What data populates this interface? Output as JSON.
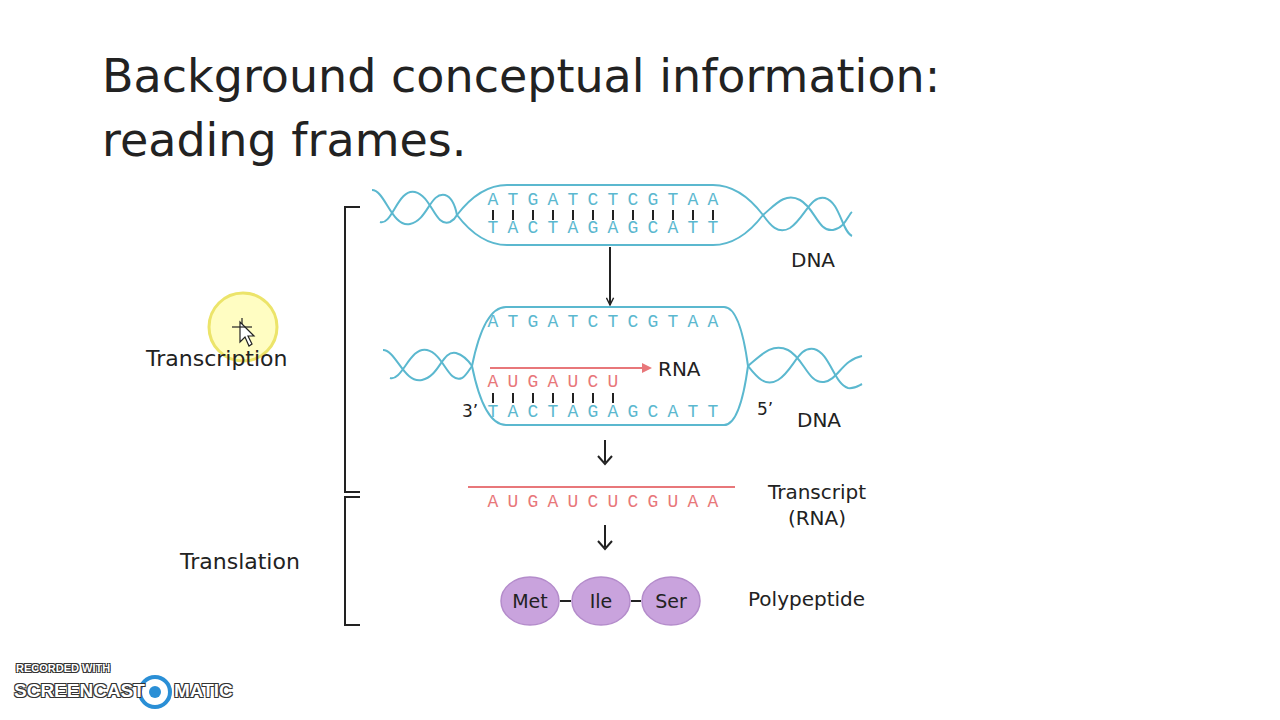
{
  "diagram": {
    "title": "Background conceptual information: reading frames.",
    "nodes": [
      {
        "text": [
          "ATGATCTCGTAA",
          "TACTAGAGCATT"
        ]
      },
      {
        "text": [
          "ATGATCTCGTAA",
          "AUGAUCU",
          "TACTAGAGCATT"
        ]
      },
      {
        "text": [
          "Met"
        ]
      },
      {
        "text": [
          "Ile"
        ]
      },
      {
        "text": [
          "Ser"
        ]
      }
    ],
    "edges": [
      {
        "from": 0,
        "to": 1,
        "arrow": "to"
      },
      {
        "from": 2,
        "to": 3,
        "arrow": "none"
      },
      {
        "from": 3,
        "to": 4,
        "arrow": "none"
      }
    ],
    "labels": [
      "DNA",
      "Transcription",
      "RNA",
      "3’",
      "5’",
      "DNA",
      "AUGAUCUCGUAA",
      "Transcript (RNA)",
      "Translation",
      "Polypeptide",
      "RECORDED WITH",
      "SCREENCAST",
      "MATIC"
    ]
  }
}
